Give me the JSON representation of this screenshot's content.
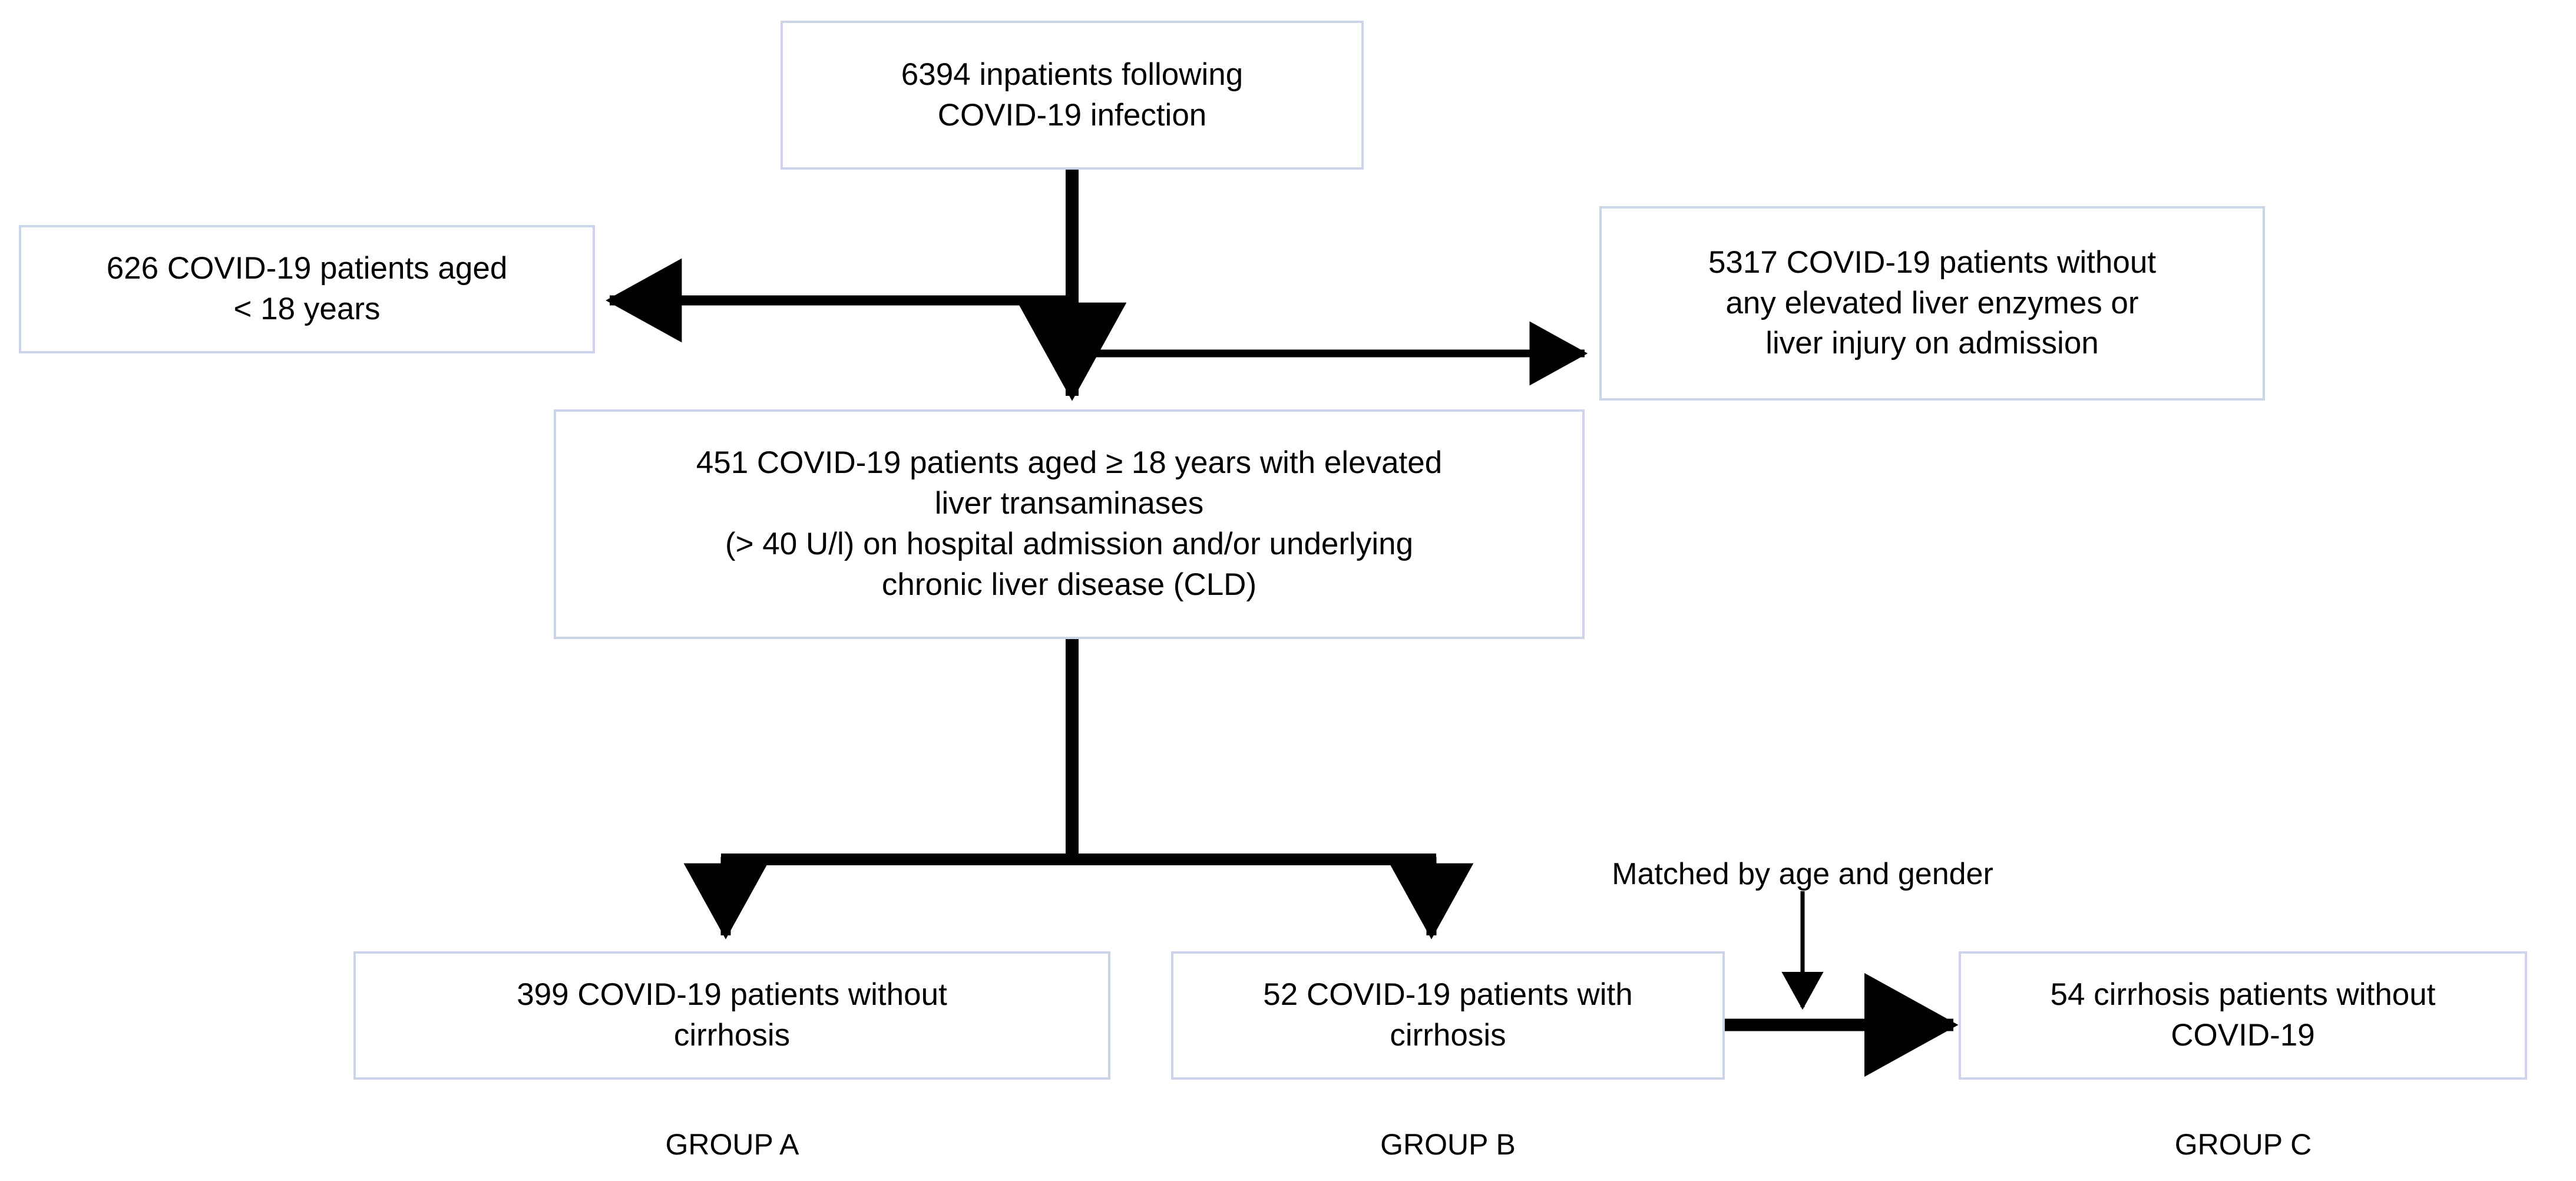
{
  "diagram": {
    "title": "COVID-19 liver study patient flow diagram",
    "type": "flowchart",
    "box_border_color": "#ccd4ea",
    "arrow_color": "#000000",
    "background_color": "#ffffff"
  },
  "nodes": {
    "total": {
      "id": "total-inpatients",
      "text": "6394 inpatients following\nCOVID-19 infection",
      "count": 6394
    },
    "excluded_age": {
      "id": "excluded-under-18",
      "text": "626 COVID-19 patients aged\n< 18 years",
      "count": 626
    },
    "excluded_no_liver": {
      "id": "excluded-no-liver-injury",
      "text": "5317 COVID-19 patients without\nany elevated liver enzymes or\nliver injury on admission",
      "count": 5317
    },
    "included": {
      "id": "included-cohort",
      "text": "451 COVID-19 patients aged ≥ 18 years with elevated\nliver transaminases\n(> 40 U/l) on hospital admission and/or underlying\nchronic liver disease (CLD)",
      "count": 451
    },
    "group_a": {
      "id": "group-a-box",
      "text": "399 COVID-19 patients without\ncirrhosis",
      "count": 399,
      "label": "GROUP A"
    },
    "group_b": {
      "id": "group-b-box",
      "text": "52 COVID-19 patients with\ncirrhosis",
      "count": 52,
      "label": "GROUP B"
    },
    "group_c": {
      "id": "group-c-box",
      "text": "54 cirrhosis patients without\nCOVID-19",
      "count": 54,
      "label": "GROUP C"
    }
  },
  "annotations": {
    "matched": "Matched by age and gender"
  }
}
